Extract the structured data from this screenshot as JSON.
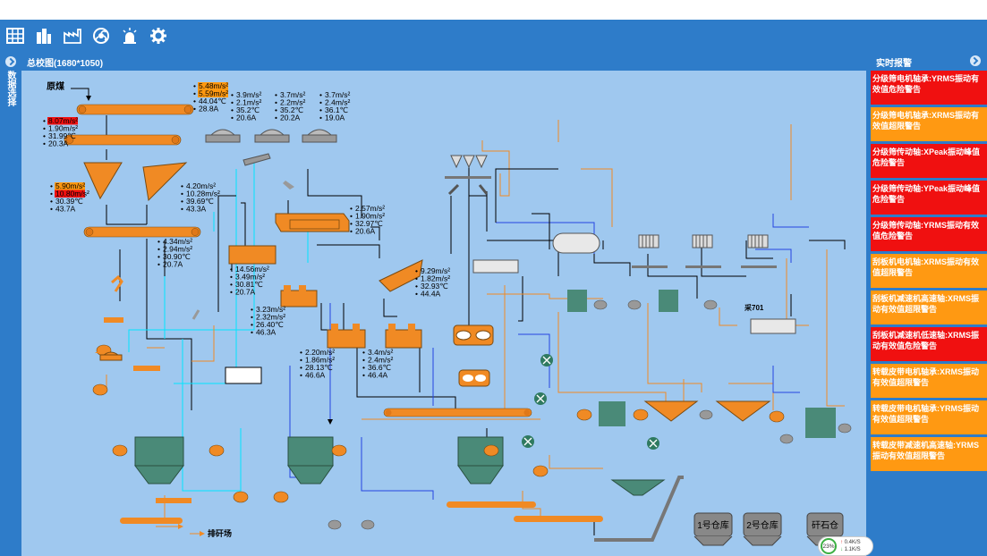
{
  "toolbar": {
    "icons": [
      "grid-icon",
      "building-icon",
      "factory-icon",
      "fan-icon",
      "alarm-light-icon",
      "settings-gear-icon"
    ]
  },
  "left_rail": {
    "label": "数据选择"
  },
  "main": {
    "title": "总校图(1680*1050)",
    "labels": {
      "raw_coal": "原煤",
      "waste_yard": "排矸场",
      "warehouse1": "1号仓库",
      "warehouse2": "2号仓库",
      "gangue_bin": "矸石仓",
      "node_701": "采701"
    },
    "readouts": [
      {
        "id": "r1",
        "lines": [
          "5.48m/s²",
          "5.59m/s²",
          "44.04℃",
          "28.8A"
        ],
        "alert": [
          "orange",
          "orange",
          "",
          ""
        ]
      },
      {
        "id": "r2",
        "lines": [
          "3.9m/s²",
          "2.1m/s²",
          "35.2℃",
          "20.6A"
        ],
        "alert": [
          "",
          "",
          "",
          ""
        ]
      },
      {
        "id": "r3",
        "lines": [
          "3.7m/s²",
          "2.2m/s²",
          "35.2℃",
          "20.2A"
        ],
        "alert": [
          "",
          "",
          "",
          ""
        ]
      },
      {
        "id": "r4",
        "lines": [
          "3.7m/s²",
          "2.4m/s²",
          "36.1℃",
          "19.0A"
        ],
        "alert": [
          "",
          "",
          "",
          ""
        ]
      },
      {
        "id": "r5",
        "lines": [
          "8.07m/s²",
          "1.90m/s²",
          "31.99℃",
          "20.3A"
        ],
        "alert": [
          "red",
          "",
          "",
          ""
        ]
      },
      {
        "id": "r6",
        "lines": [
          "5.90m/s²",
          "10.80m/s²",
          "30.39℃",
          "43.7A"
        ],
        "alert": [
          "orange",
          "red",
          "",
          ""
        ]
      },
      {
        "id": "r7",
        "lines": [
          "4.20m/s²",
          "10.28m/s²",
          "39.69℃",
          "43.3A"
        ],
        "alert": [
          "",
          "",
          "",
          ""
        ]
      },
      {
        "id": "r8",
        "lines": [
          "2.57m/s²",
          "1.90m/s²",
          "32.97℃",
          "20.6A"
        ],
        "alert": [
          "",
          "",
          "",
          ""
        ]
      },
      {
        "id": "r9",
        "lines": [
          "4.34m/s²",
          "2.94m/s²",
          "30.90℃",
          "20.7A"
        ],
        "alert": [
          "",
          "",
          "",
          ""
        ]
      },
      {
        "id": "r10",
        "lines": [
          "14.56m/s²",
          "3.49m/s²",
          "30.81℃",
          "20.7A"
        ],
        "alert": [
          "",
          "",
          "",
          ""
        ]
      },
      {
        "id": "r11",
        "lines": [
          "9.29m/s²",
          "1.82m/s²",
          "32.93℃",
          "44.4A"
        ],
        "alert": [
          "",
          "",
          "",
          ""
        ]
      },
      {
        "id": "r12",
        "lines": [
          "3.23m/s²",
          "2.32m/s²",
          "26.40℃",
          "46.3A"
        ],
        "alert": [
          "",
          "",
          "",
          ""
        ]
      },
      {
        "id": "r13",
        "lines": [
          "2.20m/s²",
          "1.86m/s²",
          "28.13℃",
          "46.6A"
        ],
        "alert": [
          "",
          "",
          "",
          ""
        ]
      },
      {
        "id": "r14",
        "lines": [
          "3.4m/s²",
          "2.4m/s²",
          "36.6℃",
          "46.4A"
        ],
        "alert": [
          "",
          "",
          "",
          ""
        ]
      }
    ]
  },
  "right_panel": {
    "title": "实时报警",
    "alarms": [
      {
        "text": "分级筛电机轴承:YRMS振动有效值危险警告",
        "level": "red"
      },
      {
        "text": "分级筛电机轴承:XRMS振动有效值超限警告",
        "level": "orange"
      },
      {
        "text": "分级筛传动轴:XPeak振动峰值危险警告",
        "level": "red"
      },
      {
        "text": "分级筛传动轴:YPeak振动峰值危险警告",
        "level": "red"
      },
      {
        "text": "分级筛传动轴:YRMS振动有效值危险警告",
        "level": "red"
      },
      {
        "text": "刮板机电机轴:XRMS振动有效值超限警告",
        "level": "orange"
      },
      {
        "text": "刮板机减速机高速轴:XRMS振动有效值超限警告",
        "level": "orange"
      },
      {
        "text": "刮板机减速机低速轴:XRMS振动有效值危险警告",
        "level": "red"
      },
      {
        "text": "转载皮带电机轴承:XRMS振动有效值超限警告",
        "level": "orange"
      },
      {
        "text": "转载皮带电机轴承:YRMS振动有效值超限警告",
        "level": "orange"
      },
      {
        "text": "转载皮带减速机高速轴:YRMS振动有效值超限警告",
        "level": "orange"
      }
    ]
  },
  "network": {
    "percent": "23%",
    "up": "0.4K/S",
    "down": "1.1K/S"
  },
  "colors": {
    "toolbar": "#2e7cc9",
    "canvas": "#9fc8ef",
    "equipment": "#f08a24",
    "alarm_red": "#f01010",
    "alarm_orange": "#ff9912",
    "tank": "#4a8a78"
  }
}
